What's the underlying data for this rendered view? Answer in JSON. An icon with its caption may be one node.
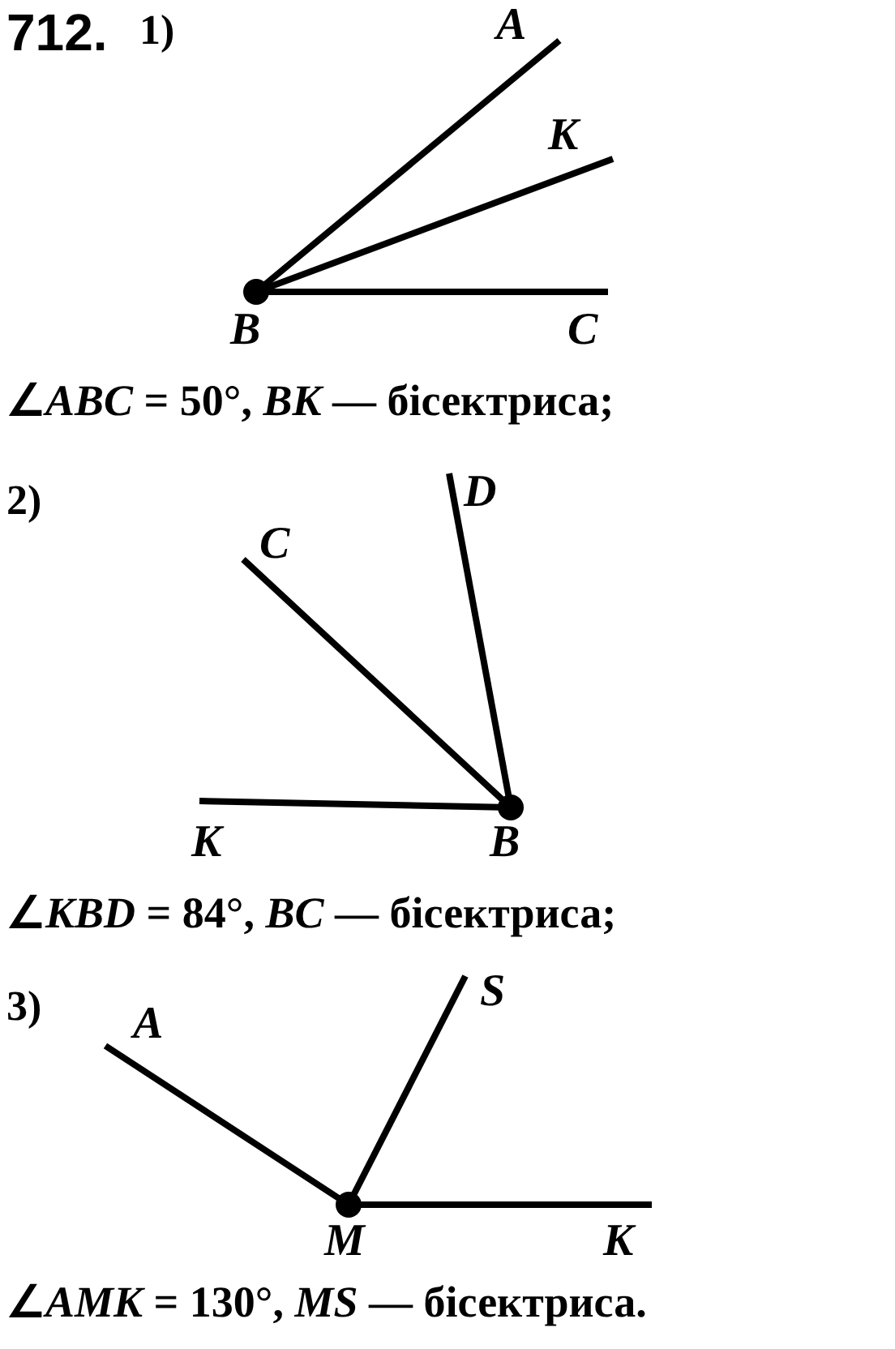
{
  "diagram": {
    "labels": [
      "712.",
      "1)",
      "A",
      "K",
      "B",
      "C",
      "∠*ABC* = 50°, *BK* — бісектриса;",
      "2)",
      "C",
      "D",
      "K",
      "B",
      "∠*KBD* = 84°, *BC* — бісектриса;",
      "3)",
      "A",
      "S",
      "M",
      "K",
      "∠*AMK* = 130°, *MS* — бісектриса."
    ]
  }
}
